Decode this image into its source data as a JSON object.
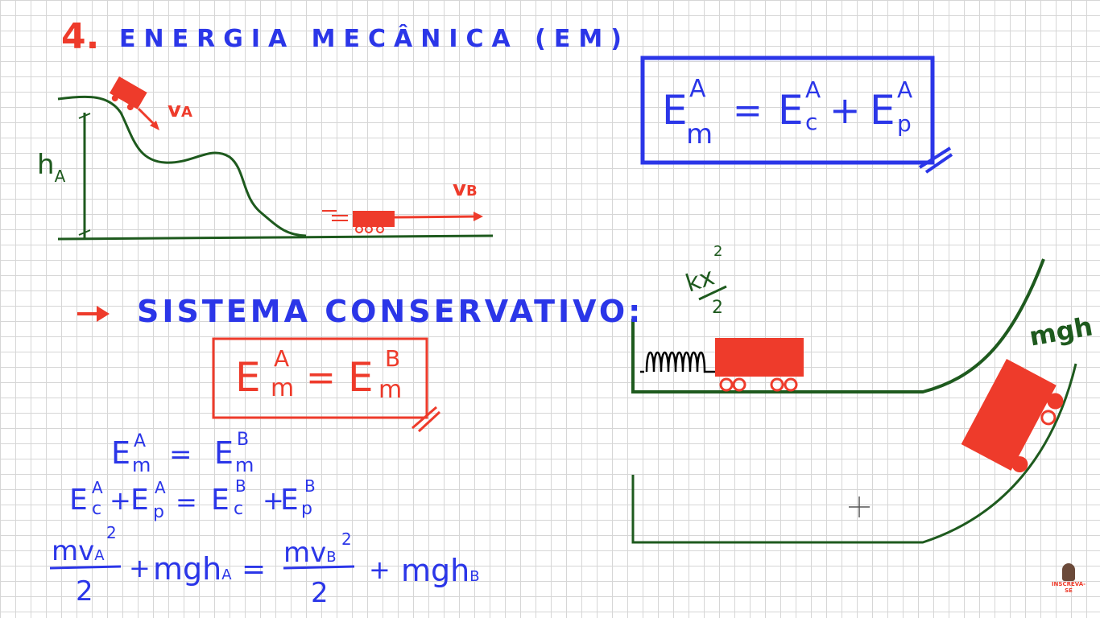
{
  "title": {
    "number": "4.",
    "text": "ENERGIA MECÂNICA (EM)"
  },
  "top_diagram": {
    "h_label": "h",
    "h_sub": "A",
    "vA": "v",
    "vA_sub": "A",
    "vB": "v",
    "vB_sub": "B"
  },
  "formula_main": {
    "E": "E",
    "sub_m": "m",
    "sup_A": "A",
    "eq": "=",
    "Ec": "E",
    "sub_c": "c",
    "plus": "+",
    "Ep": "E",
    "sub_p": "p"
  },
  "conservative": {
    "heading": "SISTEMA CONSERVATIVO:"
  },
  "box_red": {
    "E1": "E",
    "sub1": "m",
    "sup1": "A",
    "eq": "=",
    "E2": "E",
    "sub2": "m",
    "sup2": "B"
  },
  "derivation": {
    "line1": {
      "left_E": "E",
      "left_sub": "m",
      "left_sup": "A",
      "eq": "=",
      "right_E": "E",
      "right_sub": "m",
      "right_sup": "B"
    },
    "line2": {
      "a": "E",
      "a_sub": "c",
      "a_sup": "A",
      "plus1": "+",
      "b": "E",
      "b_sub": "p",
      "b_sup": "A",
      "eq": "=",
      "c": "E",
      "c_sub": "c",
      "c_sup": "B",
      "plus2": "+",
      "d": "E",
      "d_sub": "p",
      "d_sup": "B"
    },
    "line3": {
      "num1": "mv",
      "num1_sub": "A",
      "num1_sup": "2",
      "den1": "2",
      "plus1": "+",
      "mgh1": "mgh",
      "mgh1_sub": "A",
      "eq": "=",
      "num2": "mv",
      "num2_sub": "B",
      "num2_sup": "2",
      "den2": "2",
      "plus2": "+",
      "mgh2": "mgh",
      "mgh2_sub": "B"
    }
  },
  "spring_diagram": {
    "num": "kx",
    "sup": "2",
    "den": "2"
  },
  "ramp_diagram": {
    "label": "mgh"
  },
  "badge": {
    "text": "INSCREVA-SE"
  },
  "colors": {
    "red": "#ee3b2b",
    "blue": "#2b36e8",
    "green": "#1e5a1e",
    "grid": "#d6d6d6"
  }
}
